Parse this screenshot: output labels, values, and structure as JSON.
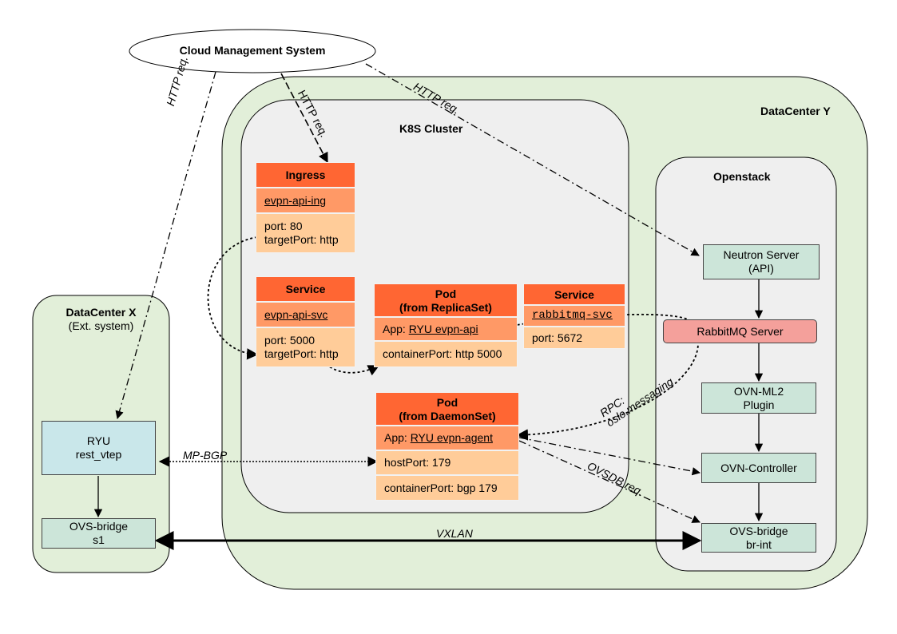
{
  "cms": {
    "label": "Cloud Management System"
  },
  "datacenter_x": {
    "title": "DataCenter X",
    "subtitle": "(Ext. system)",
    "ryu": {
      "line1": "RYU",
      "line2": "rest_vtep"
    },
    "ovs": {
      "line1": "OVS-bridge",
      "line2": "s1"
    }
  },
  "datacenter_y": {
    "title": "DataCenter Y"
  },
  "k8s": {
    "title": "K8S Cluster",
    "ingress": {
      "header": "Ingress",
      "name": "evpn-api-ing",
      "line1": "port: 80",
      "line2": "targetPort: http"
    },
    "service_api": {
      "header": "Service",
      "name": "evpn-api-svc",
      "line1": "port: 5000",
      "line2": "targetPort: http"
    },
    "pod_rs": {
      "header1": "Pod",
      "header2": "(from ReplicaSet)",
      "app_prefix": "App: ",
      "app_name": "RYU evpn-api",
      "port": "containerPort: http 5000"
    },
    "service_rabbit": {
      "header": "Service",
      "name": "rabbitmq-svc",
      "port": "port: 5672"
    },
    "pod_ds": {
      "header1": "Pod",
      "header2": "(from DaemonSet)",
      "app_prefix": "App: ",
      "app_name": "RYU evpn-agent",
      "host_port": "hostPort: 179",
      "container_port": "containerPort: bgp 179"
    }
  },
  "openstack": {
    "title": "Openstack",
    "neutron": {
      "line1": "Neutron Server",
      "line2": "(API)"
    },
    "rabbitmq": {
      "label": "RabbitMQ Server"
    },
    "ml2": {
      "line1": "OVN-ML2",
      "line2": "Plugin"
    },
    "controller": {
      "label": "OVN-Controller"
    },
    "brint": {
      "line1": "OVS-bridge",
      "line2": "br-int"
    }
  },
  "edges": {
    "http_left": "HTTP req.",
    "http_mid": "HTTP req.",
    "http_right": "HTTP req.",
    "rpc1": "RPC:",
    "rpc2": "oslo.messaging",
    "mpbgp": "MP-BGP",
    "ovsdb": "OVSDB req.",
    "vxlan": "VXLAN"
  },
  "colors": {
    "outer_green": "#e2efd9",
    "cluster_gray": "#efefef",
    "header": "#ff6633",
    "mid": "#ff9966",
    "low": "#ffcc99",
    "ryu_fill": "#c9e7ea",
    "node_green": "#cce5d9",
    "rabbit_fill": "#f4a09b"
  }
}
